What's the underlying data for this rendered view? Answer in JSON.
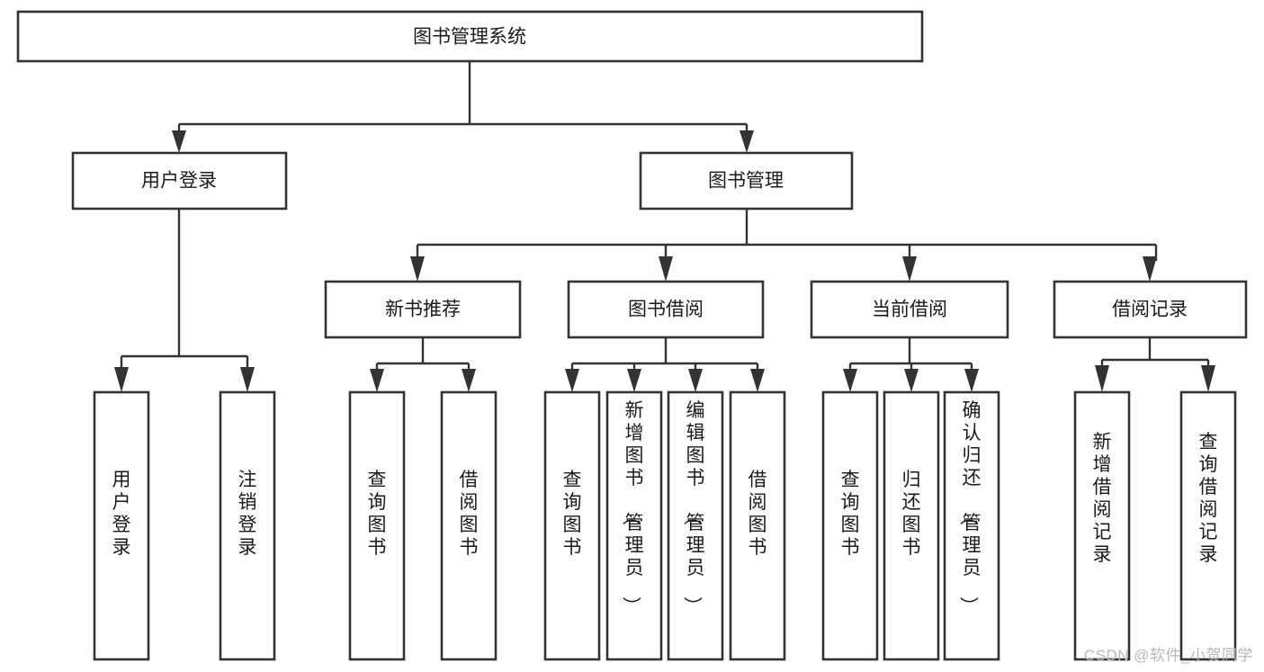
{
  "diagram": {
    "type": "tree-flowchart",
    "title": "图书管理系统",
    "root": {
      "id": "root",
      "label": "图书管理系统",
      "orientation": "horizontal"
    },
    "level2": [
      {
        "id": "user-login",
        "label": "用户登录",
        "orientation": "horizontal"
      },
      {
        "id": "book-manage",
        "label": "图书管理",
        "orientation": "horizontal"
      }
    ],
    "level3": [
      {
        "id": "new-book-recommend",
        "label": "新书推荐",
        "orientation": "horizontal",
        "parent": "book-manage"
      },
      {
        "id": "book-borrow",
        "label": "图书借阅",
        "orientation": "horizontal",
        "parent": "book-manage"
      },
      {
        "id": "current-borrow",
        "label": "当前借阅",
        "orientation": "horizontal",
        "parent": "book-manage"
      },
      {
        "id": "borrow-record",
        "label": "借阅记录",
        "orientation": "horizontal",
        "parent": "book-manage"
      }
    ],
    "leaves": [
      {
        "id": "leaf-user-login",
        "label": "用户登录",
        "orientation": "vertical",
        "parent": "user-login"
      },
      {
        "id": "leaf-logout-login",
        "label": "注销登录",
        "orientation": "vertical",
        "parent": "user-login"
      },
      {
        "id": "leaf-query-book-1",
        "label": "查询图书",
        "orientation": "vertical",
        "parent": "new-book-recommend"
      },
      {
        "id": "leaf-borrow-book-1",
        "label": "借阅图书",
        "orientation": "vertical",
        "parent": "new-book-recommend"
      },
      {
        "id": "leaf-query-book-2",
        "label": "查询图书",
        "orientation": "vertical",
        "parent": "book-borrow"
      },
      {
        "id": "leaf-add-book-admin",
        "label": "新增图书（管理员）",
        "orientation": "vertical",
        "parent": "book-borrow"
      },
      {
        "id": "leaf-edit-book-admin",
        "label": "编辑图书（管理员）",
        "orientation": "vertical",
        "parent": "book-borrow"
      },
      {
        "id": "leaf-borrow-book-2",
        "label": "借阅图书",
        "orientation": "vertical",
        "parent": "book-borrow"
      },
      {
        "id": "leaf-query-book-3",
        "label": "查询图书",
        "orientation": "vertical",
        "parent": "current-borrow"
      },
      {
        "id": "leaf-return-book",
        "label": "归还图书",
        "orientation": "vertical",
        "parent": "current-borrow"
      },
      {
        "id": "leaf-confirm-return-admin",
        "label": "确认归还（管理员）",
        "orientation": "vertical",
        "parent": "current-borrow"
      },
      {
        "id": "leaf-add-borrow-record",
        "label": "新增借阅记录",
        "orientation": "vertical",
        "parent": "borrow-record"
      },
      {
        "id": "leaf-query-borrow-record",
        "label": "查询借阅记录",
        "orientation": "vertical",
        "parent": "borrow-record"
      }
    ],
    "colors": {
      "stroke": "#333333",
      "fill": "#ffffff",
      "text": "#1a1a1a",
      "watermark": "#b8b8b8"
    }
  },
  "watermark": {
    "text": "CSDN @软件_小贺同学"
  }
}
